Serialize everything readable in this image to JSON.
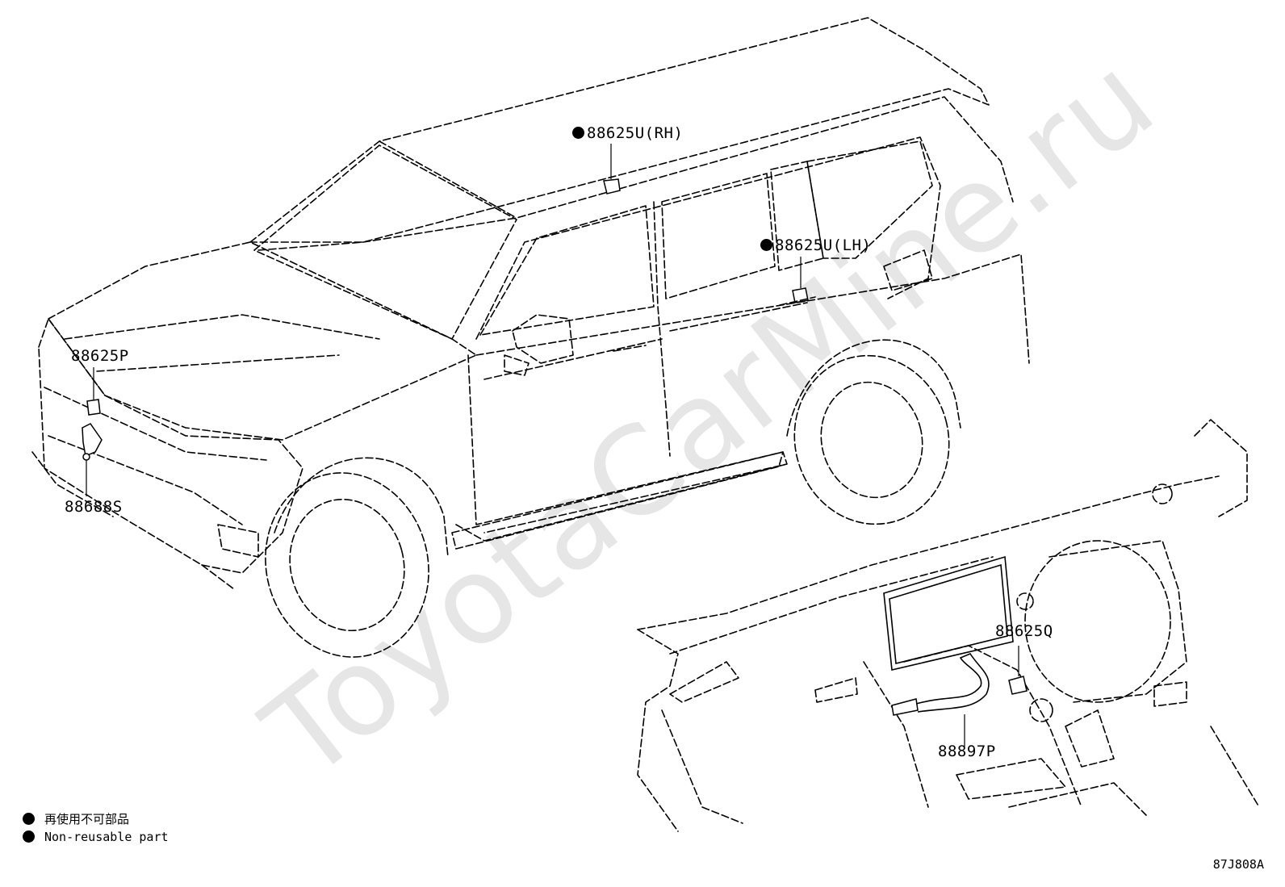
{
  "watermark": "ToyotaCarMine.ru",
  "parts": {
    "roof_sensor_rh": {
      "code": "88625U(RH)",
      "non_reusable": true
    },
    "roof_sensor_lh": {
      "code": "88625U(LH)",
      "non_reusable": true
    },
    "front_sensor": {
      "code": "88625P",
      "non_reusable": false
    },
    "front_bracket": {
      "code": "88688S",
      "non_reusable": false
    },
    "dash_sensor": {
      "code": "88625Q",
      "non_reusable": false
    },
    "aspirator_hose": {
      "code": "88897P",
      "non_reusable": false
    }
  },
  "legend": {
    "jp": "再使用不可部品",
    "en": "Non-reusable part"
  },
  "figure_code": "87J808A"
}
